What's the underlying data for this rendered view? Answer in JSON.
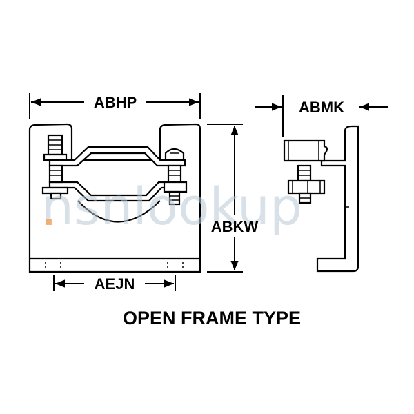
{
  "dimensions": {
    "abhp": "ABHP",
    "abmk": "ABMK",
    "abkw": "ABKW",
    "aejn": "AEJN"
  },
  "title": "OPEN FRAME TYPE",
  "watermark": "nsnlookup",
  "colors": {
    "line": "#000000",
    "background": "#ffffff",
    "watermark": "#b9c8d6",
    "watermark_accent": "#f4a35a"
  }
}
